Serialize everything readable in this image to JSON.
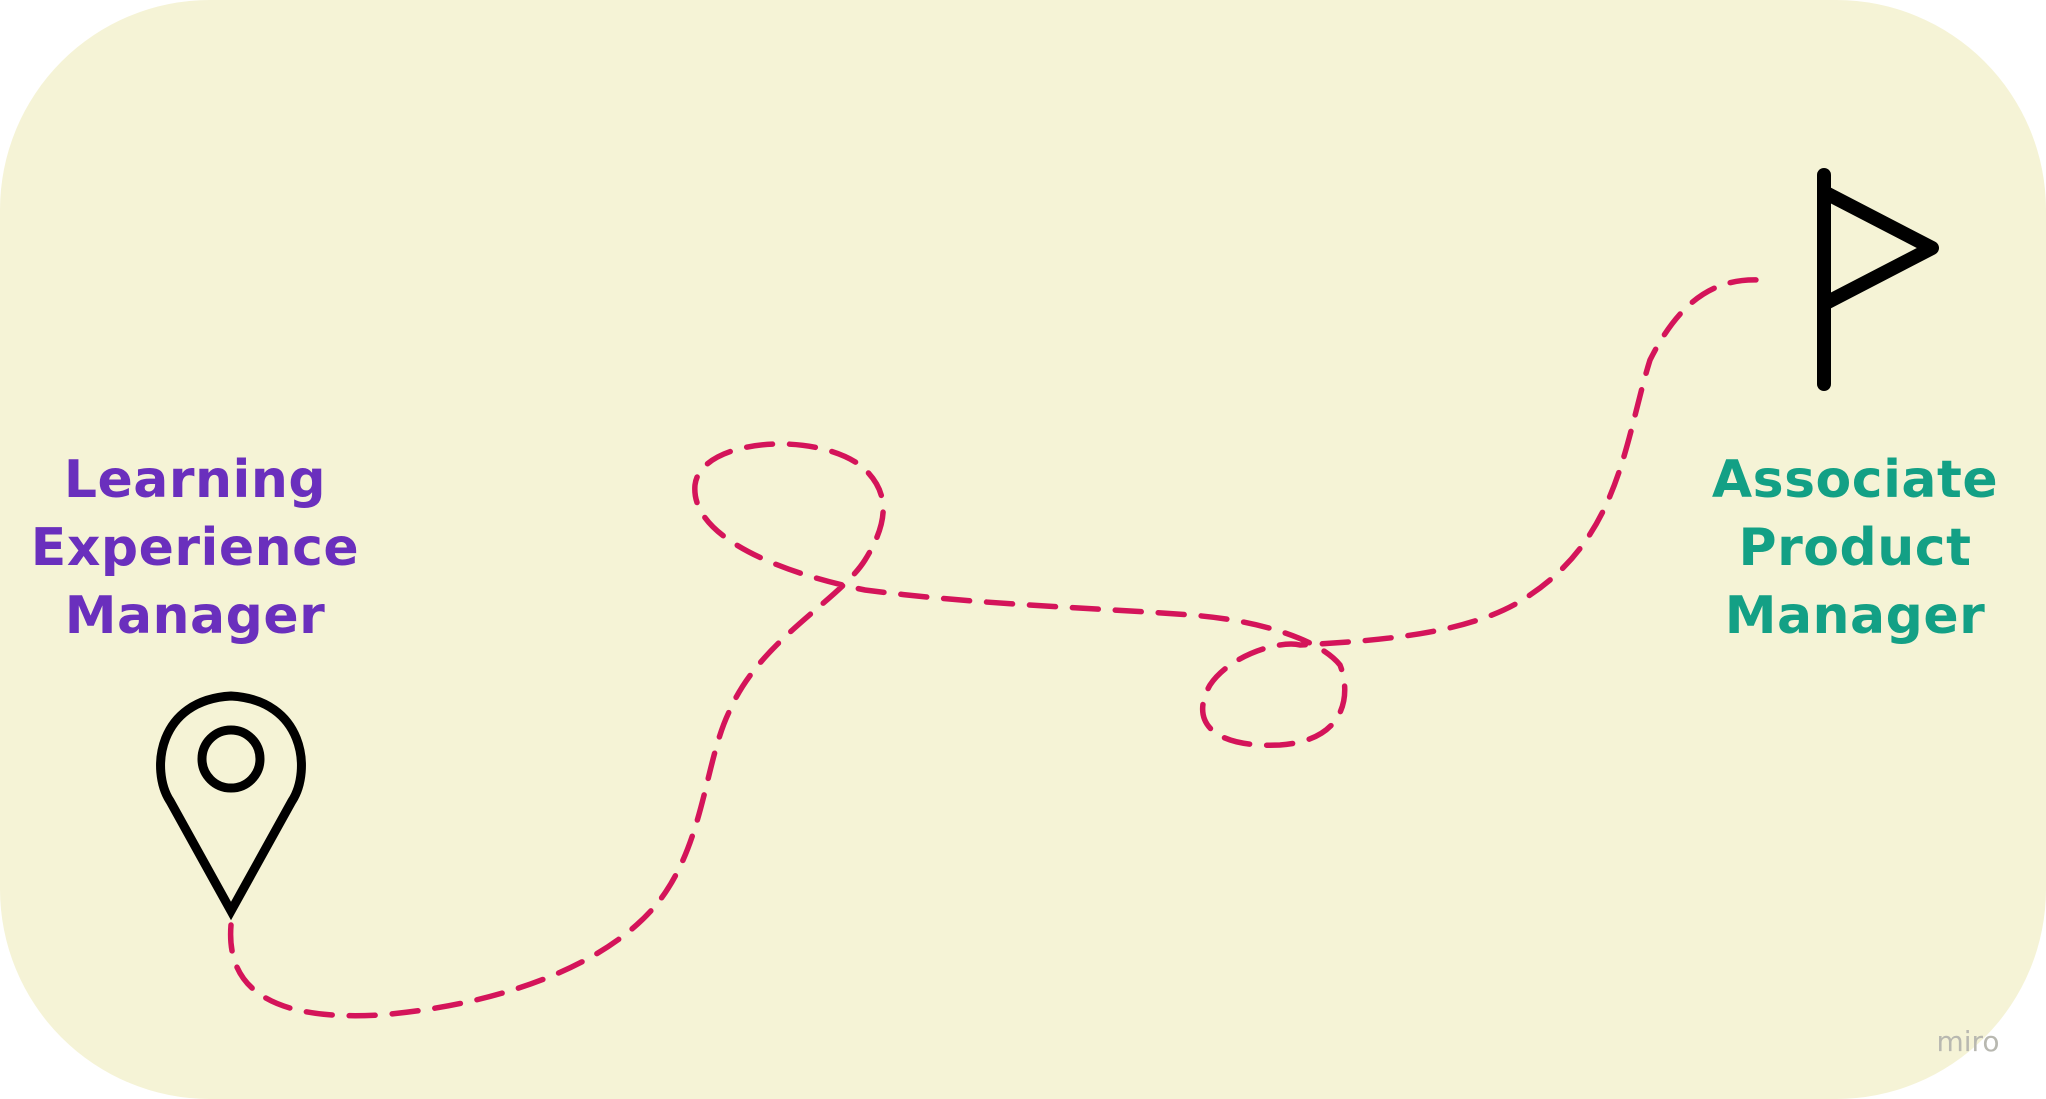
{
  "start": {
    "lines": [
      "Learning",
      "Experience",
      "Manager"
    ],
    "color": "#6a2fbd",
    "icon": "location-pin-icon"
  },
  "destination": {
    "lines": [
      "Associate",
      "Product",
      "Manager"
    ],
    "color": "#13a085",
    "icon": "flag-icon"
  },
  "path": {
    "color": "#d4145a",
    "style": "dashed"
  },
  "background_color": "#f5f3d6",
  "watermark": "miro"
}
